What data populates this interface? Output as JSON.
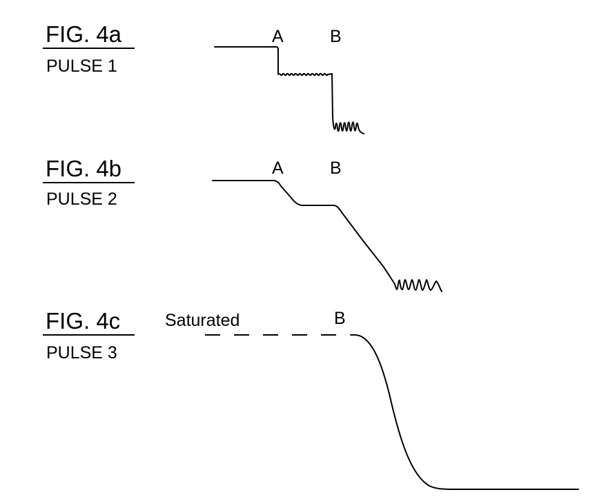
{
  "figures": [
    {
      "title": "FIG. 4a",
      "pulse": "PULSE 1",
      "marker_a": "A",
      "marker_b": "B"
    },
    {
      "title": "FIG. 4b",
      "pulse": "PULSE 2",
      "marker_a": "A",
      "marker_b": "B"
    },
    {
      "title": "FIG. 4c",
      "pulse": "PULSE 3",
      "state": "Saturated",
      "marker_b": "B"
    }
  ]
}
